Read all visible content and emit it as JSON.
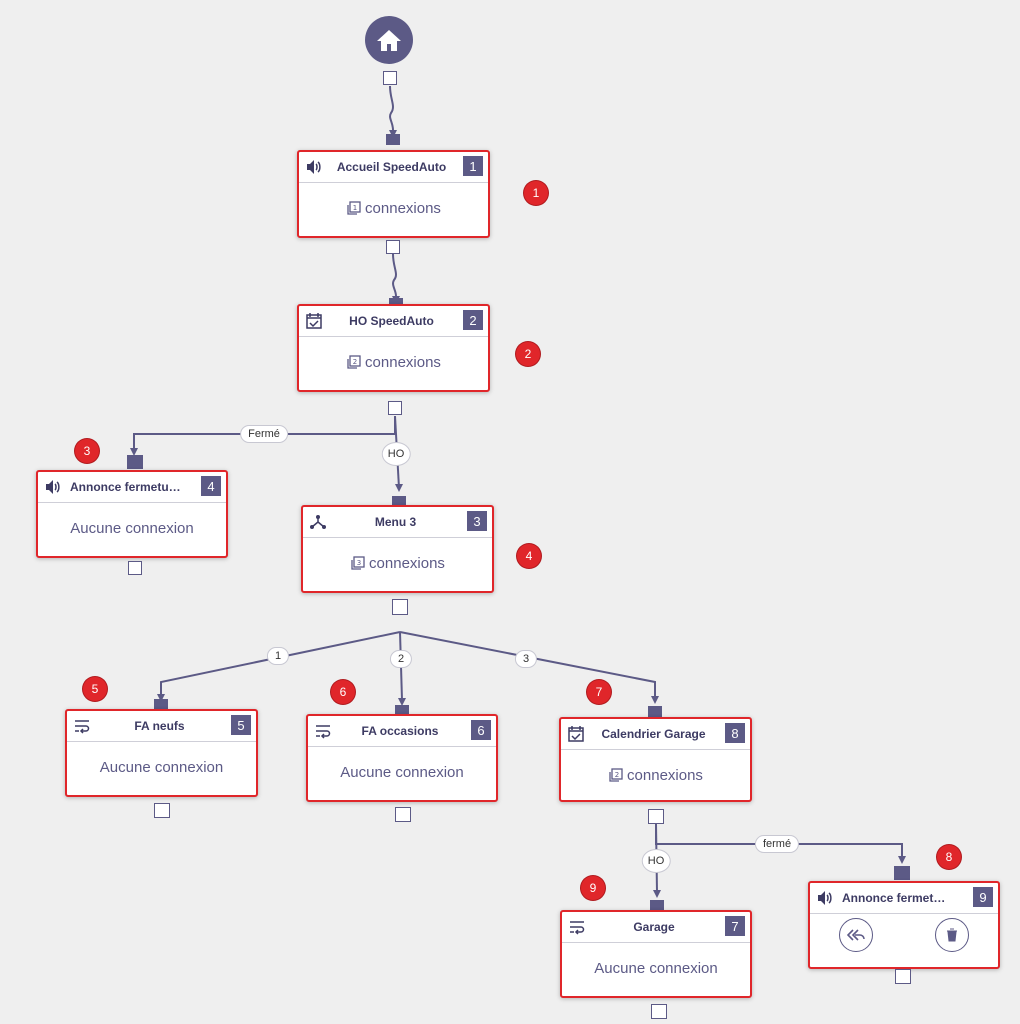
{
  "home": {
    "icon": "home-icon"
  },
  "nodes": [
    {
      "id": "accueil",
      "title": "Accueil SpeedAuto",
      "number": "1",
      "icon": "speaker-icon",
      "body": "connexions",
      "body_icon": "connections-1-icon",
      "count": "1"
    },
    {
      "id": "ho",
      "title": "HO SpeedAuto",
      "number": "2",
      "icon": "calendar-check-icon",
      "body": "connexions",
      "body_icon": "connections-2-icon",
      "count": "2"
    },
    {
      "id": "annonce1",
      "title": "Annonce fermetu…",
      "number": "4",
      "icon": "speaker-icon",
      "body": "Aucune connexion"
    },
    {
      "id": "menu3",
      "title": "Menu 3",
      "number": "3",
      "icon": "branch-icon",
      "body": "connexions",
      "body_icon": "connections-3-icon",
      "count": "3"
    },
    {
      "id": "faneufs",
      "title": "FA neufs",
      "number": "5",
      "icon": "wrap-text-icon",
      "body": "Aucune connexion"
    },
    {
      "id": "faocc",
      "title": "FA occasions",
      "number": "6",
      "icon": "wrap-text-icon",
      "body": "Aucune connexion"
    },
    {
      "id": "calgarage",
      "title": "Calendrier Garage",
      "number": "8",
      "icon": "calendar-check-icon",
      "body": "connexions",
      "body_icon": "connections-2-icon",
      "count": "2"
    },
    {
      "id": "garage",
      "title": "Garage",
      "number": "7",
      "icon": "wrap-text-icon",
      "body": "Aucune connexion"
    },
    {
      "id": "annonce2",
      "title": "Annonce fermet…",
      "number": "9",
      "icon": "speaker-icon",
      "actions": [
        "reply-all-icon",
        "trash-icon"
      ]
    }
  ],
  "edge_labels": {
    "ferme": "Fermé",
    "ho": "HO",
    "opt1": "1",
    "opt2": "2",
    "opt3": "3",
    "ho2": "HO",
    "ferme2": "fermé"
  },
  "badges": [
    "1",
    "2",
    "3",
    "4",
    "5",
    "6",
    "7",
    "8",
    "9"
  ],
  "colors": {
    "accent": "#5c5a86",
    "highlight": "#e0262a",
    "background": "#efefef"
  }
}
